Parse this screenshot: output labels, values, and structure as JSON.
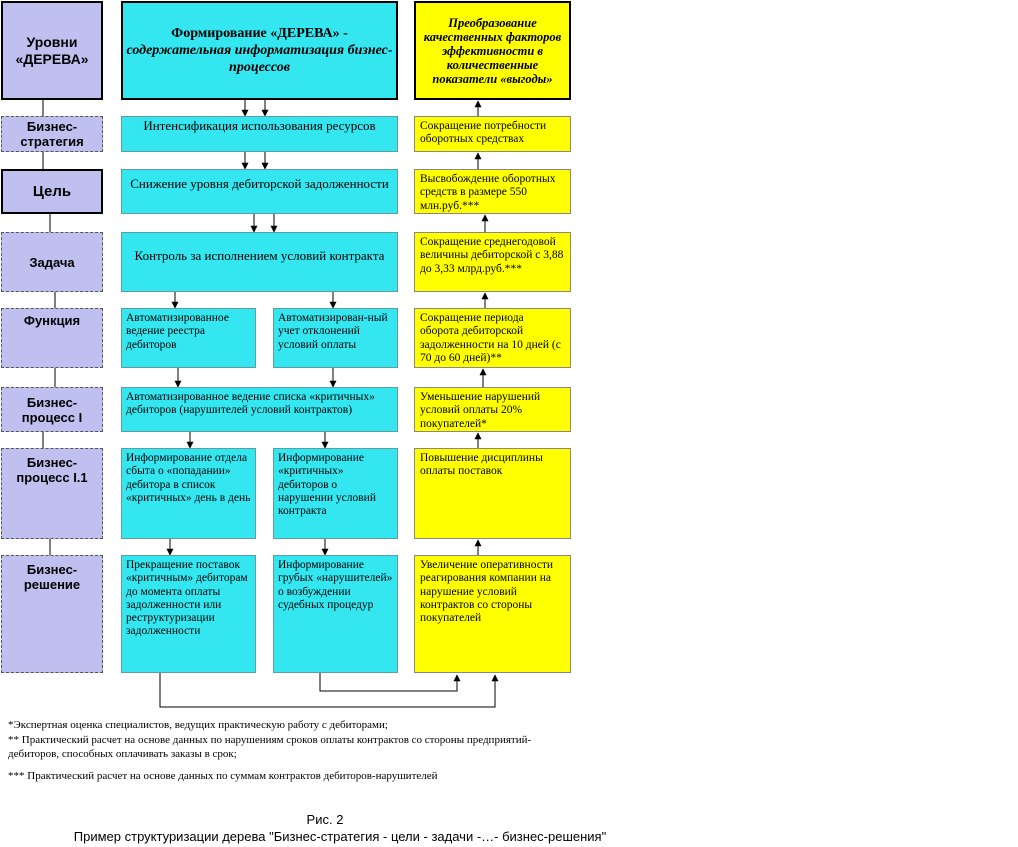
{
  "header": {
    "levels": "Уровни «ДЕРЕВА»",
    "formation_line1": "Формирование «ДЕРЕВА» -",
    "formation_line2": "содержательная информатизация бизнес-процессов",
    "conversion": "Преобразование качественных факторов эффективности в количественные показатели «выгоды»"
  },
  "levels": [
    "Бизнес-стратегия",
    "Цель",
    "Задача",
    "Функция",
    "Бизнес-процесс I",
    "Бизнес-процесс I.1",
    "Бизнес-решение"
  ],
  "tree": {
    "strategy": "Интенсификация использования ресурсов",
    "goal": "Снижение уровня дебиторской задолженности",
    "task": "Контроль за исполнением условий контракта",
    "function_left": "Автоматизированное ведение реестра дебиторов",
    "function_right": "Автоматизирован-ный учет отклонений условий оплаты",
    "process1": "Автоматизированное ведение списка «критичных» дебиторов (нарушителей условий контрактов)",
    "process11_left": "Информирование отдела сбыта о «попадании» дебитора в список «критичных» день в день",
    "process11_right": "Информирование «критичных» дебиторов о нарушении условий контракта",
    "solution_left": "Прекращение поставок «критичным» дебиторам до момента оплаты задолженности или реструктуризации задолженности",
    "solution_right": "Информирование грубых «нарушителей» о возбуждении судебных процедур"
  },
  "benefits": [
    "Сокращение потребности оборотных средствах",
    "Высвобождение оборотных средств в размере 550 млн.руб.***",
    "Сокращение среднегодовой величины дебиторской с 3,88 до 3,33 млрд.руб.***",
    "Сокращение периода оборота дебиторской задолженности на 10 дней (с 70 до 60 дней)**",
    "Уменьшение нарушений условий оплаты 20% покупателей*",
    "Повышение дисциплины оплаты поставок",
    "Увеличение оперативности реагирования компании на нарушение условий контрактов со стороны покупателей"
  ],
  "notes": {
    "n1": "*Экспертная оценка специалистов, ведущих практическую работу с дебиторами;",
    "n2a": "** Практический расчет на основе данных по нарушениям сроков оплаты контрактов со стороны предприятий-",
    "n2b": "дебиторов, способных оплачивать заказы в срок;",
    "n3": "*** Практический расчет на основе данных по суммам контрактов дебиторов-нарушителей"
  },
  "caption": {
    "fig": "Рис. 2",
    "text": "Пример структуризации дерева \"Бизнес-стратегия - цели - задачи -…- бизнес-решения\""
  }
}
